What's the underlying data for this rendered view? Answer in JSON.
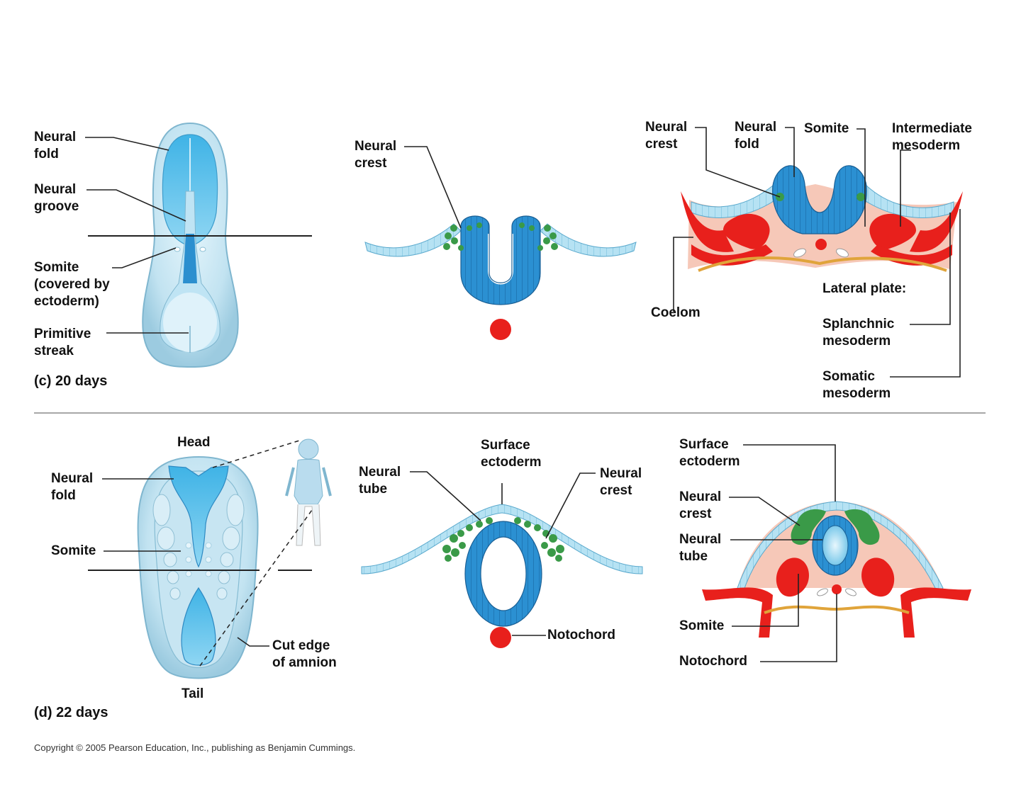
{
  "panel_c": {
    "caption": "(c) 20 days",
    "embryo_labels": {
      "neural_fold": "Neural\nfold",
      "neural_groove": "Neural\ngroove",
      "somite": "Somite\n(covered by\nectoderm)",
      "primitive_streak": "Primitive\nstreak"
    },
    "section1_labels": {
      "neural_crest": "Neural\ncrest"
    },
    "section2_labels": {
      "neural_crest": "Neural\ncrest",
      "neural_fold": "Neural\nfold",
      "somite": "Somite",
      "intermediate_mesoderm": "Intermediate\nmesoderm",
      "coelom": "Coelom",
      "lateral_plate": "Lateral plate:",
      "splanchnic_mesoderm": "Splanchnic\nmesoderm",
      "somatic_mesoderm": "Somatic\nmesoderm"
    }
  },
  "panel_d": {
    "caption": "(d) 22 days",
    "embryo_labels": {
      "head": "Head",
      "tail": "Tail",
      "neural_fold": "Neural\nfold",
      "somite": "Somite",
      "cut_edge": "Cut edge\nof amnion"
    },
    "section1_labels": {
      "neural_tube": "Neural\ntube",
      "surface_ectoderm": "Surface\nectoderm",
      "neural_crest": "Neural\ncrest",
      "notochord": "Notochord"
    },
    "section2_labels": {
      "surface_ectoderm": "Surface\nectoderm",
      "neural_crest": "Neural\ncrest",
      "neural_tube": "Neural\ntube",
      "somite": "Somite",
      "notochord": "Notochord"
    }
  },
  "copyright": "Copyright © 2005 Pearson Education, Inc., publishing as Benjamin Cummings.",
  "colors": {
    "ectoderm": "#a9dcef",
    "neural": "#2a8fd0",
    "crest": "#3a9a48",
    "mesoderm": "#e8201c",
    "mesenchyme": "#f6c8b8",
    "endoderm": "#e0a43a",
    "embryo_outer": "#b8d9e8",
    "embryo_inner": "#5fc0ea"
  }
}
